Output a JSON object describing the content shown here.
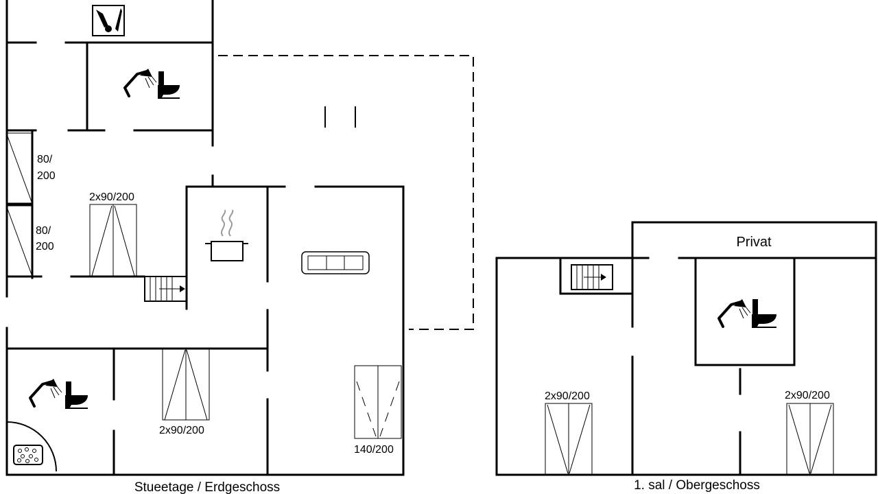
{
  "floors": {
    "ground": {
      "caption": "Stueetage / Erdgeschoss"
    },
    "upper": {
      "caption": "1. sal / Obergeschoss"
    }
  },
  "rooms": {
    "private": "Privat"
  },
  "beds": {
    "single_top_1": "80/",
    "single_top_2": "200",
    "single_bottom_1": "80/",
    "single_bottom_2": "200",
    "double_ground_top": "2x90/200",
    "double_ground_bottom": "2x90/200",
    "sofa_bed": "140/200",
    "double_upper_left": "2x90/200",
    "double_upper_right": "2x90/200"
  },
  "icons": {
    "shower": "shower-icon",
    "toilet": "toilet-icon",
    "cooking": "cooking-pot-icon",
    "sofa": "sofa-icon",
    "stairs": "stairs-icon",
    "whirlpool": "whirlpool-icon",
    "washing": "washing-machine-icon"
  }
}
